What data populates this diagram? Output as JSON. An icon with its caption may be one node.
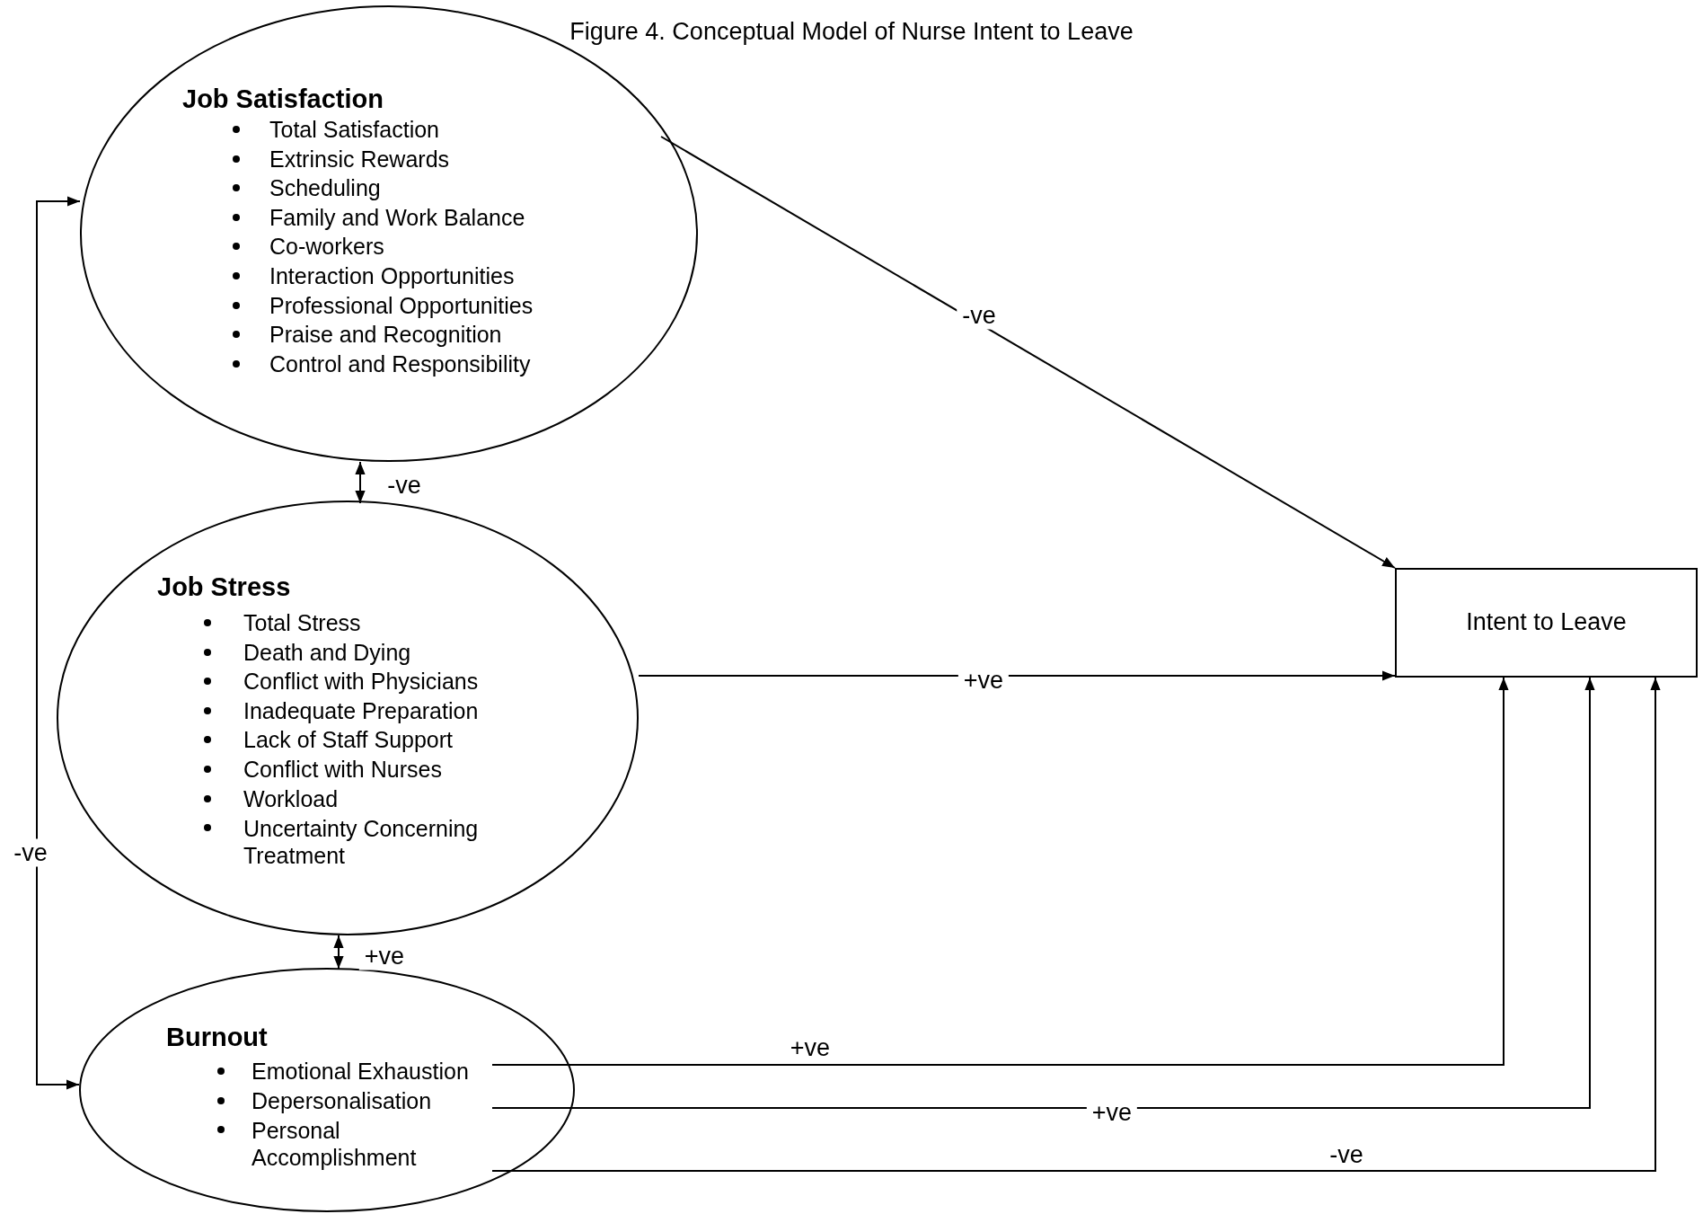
{
  "diagram": {
    "title": "Figure 4. Conceptual Model of Nurse Intent to Leave",
    "nodes": [
      {
        "text": [
          "Job Satisfaction",
          "Total Satisfaction",
          "Extrinsic Rewards",
          "Scheduling",
          "Family and Work Balance",
          "Co-workers",
          "Interaction Opportunities",
          "Professional Opportunities",
          "Praise and Recognition",
          "Control and Responsibility"
        ]
      },
      {
        "text": [
          "Job Stress",
          "Total Stress",
          "Death and Dying",
          "Conflict with Physicians",
          "Inadequate Preparation",
          "Lack of Staff Support",
          "Conflict with Nurses",
          "Workload",
          "Uncertainty Concerning Treatment"
        ]
      },
      {
        "text": [
          "Burnout",
          "Emotional Exhaustion",
          "Depersonalisation",
          "Personal Accomplishment"
        ]
      },
      {
        "text": [
          "Intent to Leave"
        ]
      }
    ],
    "edges": [
      {
        "from": 0,
        "to": 3,
        "arrow": "to",
        "label": "-ve"
      },
      {
        "from": 0,
        "to": 1,
        "arrow": "both",
        "label": "-ve"
      },
      {
        "from": 1,
        "to": 3,
        "arrow": "to",
        "label": "+ve"
      },
      {
        "from": 1,
        "to": 2,
        "arrow": "both",
        "label": "+ve"
      },
      {
        "from": 2,
        "to": 0,
        "arrow": "both",
        "label": "-ve"
      },
      {
        "from": 2,
        "to": 3,
        "arrow": "to",
        "label": "+ve"
      },
      {
        "from": 2,
        "to": 3,
        "arrow": "to",
        "label": "+ve"
      },
      {
        "from": 2,
        "to": 3,
        "arrow": "to",
        "label": "-ve"
      }
    ]
  }
}
